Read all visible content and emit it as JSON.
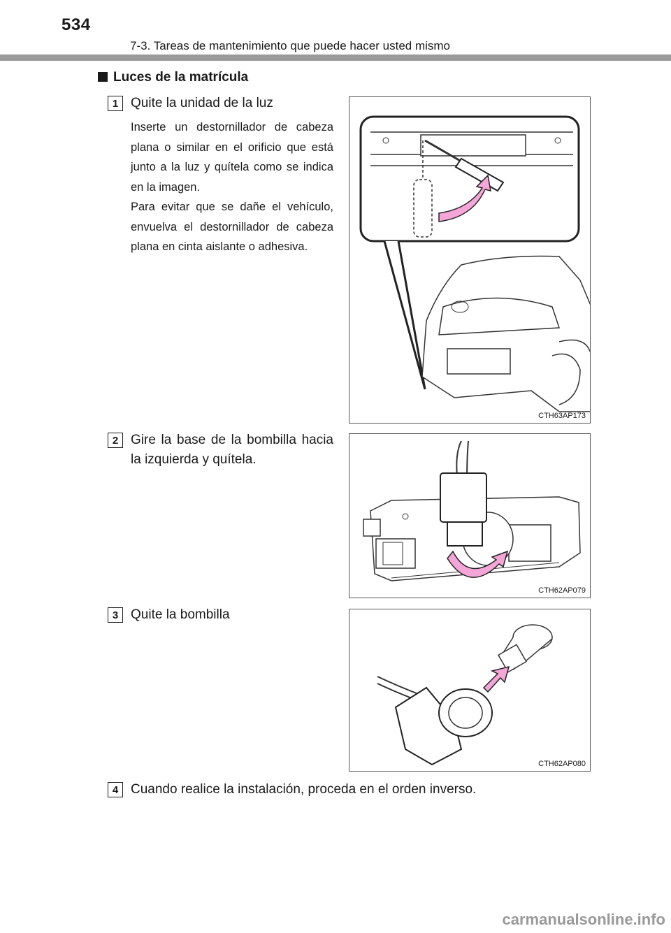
{
  "header": {
    "page_number": "534",
    "section": "7-3. Tareas de mantenimiento que puede hacer usted mismo"
  },
  "section_title": "Luces de la matrícula",
  "steps": [
    {
      "number": "1",
      "heading": "Quite la unidad de la luz",
      "paragraphs": [
        "Inserte un destornillador de cabeza plana o similar en el orificio que está junto a la luz y quítela como se indica en la imagen.",
        "Para evitar que se dañe el vehículo, envuelva el destornillador de cabeza plana en cinta aislante o adhesiva."
      ],
      "figure_code": "CTH63AP173"
    },
    {
      "number": "2",
      "heading": "Gire la base de la bombilla hacia la izquierda y quítela.",
      "figure_code": "CTH62AP079"
    },
    {
      "number": "3",
      "heading": "Quite la bombilla",
      "figure_code": "CTH62AP080"
    },
    {
      "number": "4",
      "heading": "Cuando realice la instalación, proceda en el orden inverso."
    }
  ],
  "watermark": "carmanualsonline.info",
  "colors": {
    "header_rule": "#9a9a9a",
    "arrow": "#f4a6d8"
  }
}
